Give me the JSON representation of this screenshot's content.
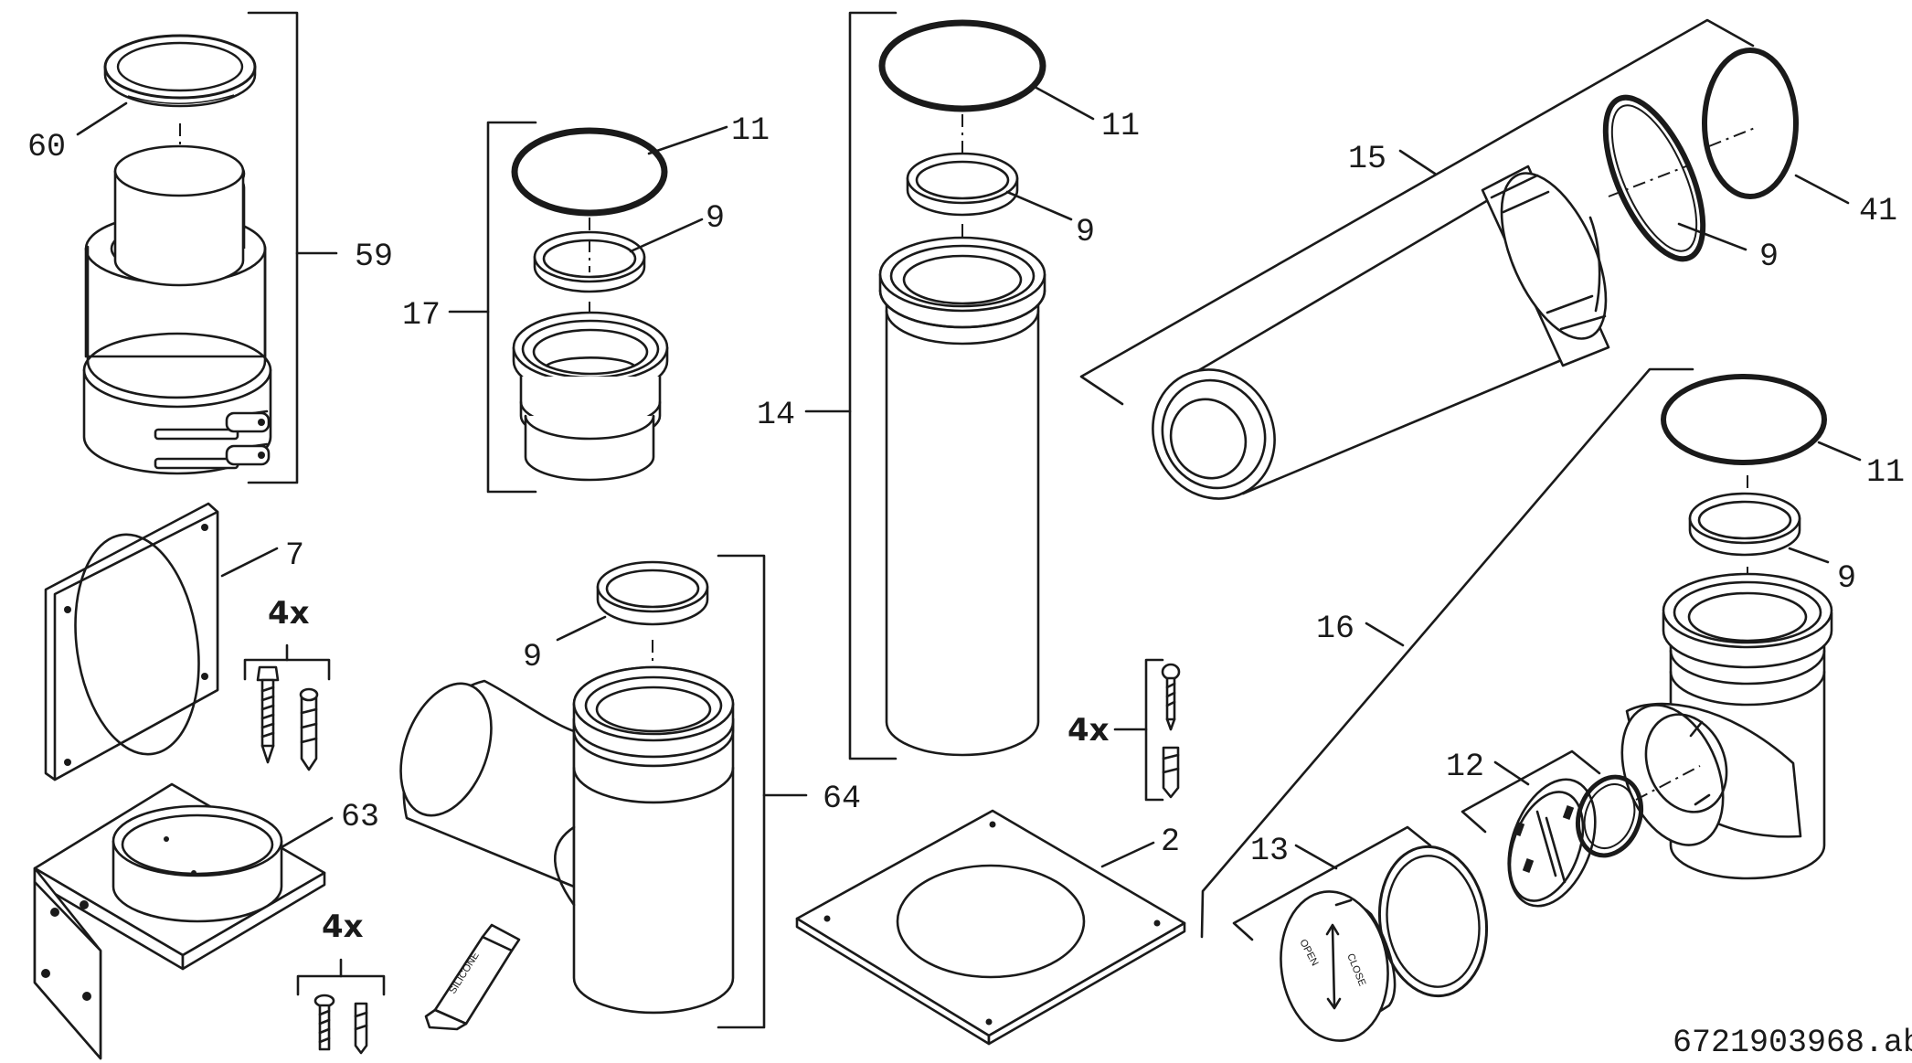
{
  "labels": {
    "p60": "60",
    "p59": "59",
    "p7": "7",
    "p63": "63",
    "p17": "17",
    "p11a": "11",
    "p9a": "9",
    "p9b": "9",
    "p64": "64",
    "p14": "14",
    "p11b": "11",
    "p9c": "9",
    "p2": "2",
    "p15": "15",
    "p9d": "9",
    "p41": "41",
    "p16": "16",
    "p11c": "11",
    "p9e": "9",
    "p12": "12",
    "p13": "13"
  },
  "quantities": {
    "screws_bracket": "4x",
    "screws_plate": "4x",
    "screws_pipe": "4x"
  },
  "tube_text": "SILICONE",
  "cap_text": {
    "open": "OPEN",
    "close": "CLOSE"
  },
  "document_id": "6721903968.ab"
}
